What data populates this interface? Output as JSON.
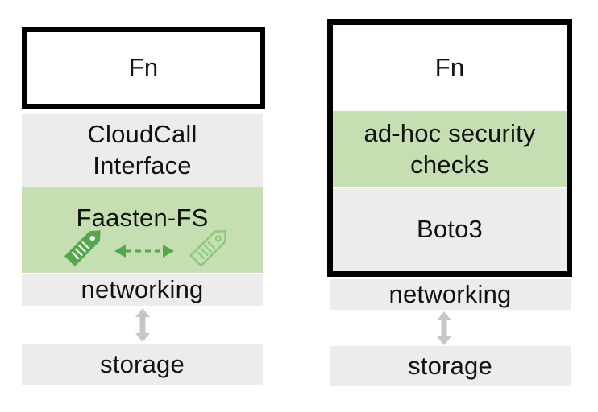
{
  "left_stack": {
    "fn_label": "Fn",
    "cloudcall_label_line1": "CloudCall",
    "cloudcall_label_line2": "Interface",
    "faasten_label": "Faasten-FS",
    "networking_label": "networking",
    "storage_label": "storage"
  },
  "right_stack": {
    "fn_label": "Fn",
    "security_label_line1": "ad-hoc security",
    "security_label_line2": "checks",
    "boto_label": "Boto3",
    "networking_label": "networking",
    "storage_label": "storage"
  },
  "colors": {
    "green_fill": "#c5dfb2",
    "gray_fill": "#ececec",
    "tag_dark": "#52a84a",
    "tag_light": "#8cc97c",
    "arrow_gray": "#c6c6c6",
    "border": "#000000"
  },
  "icons": {
    "left_tag": "price-tag-icon-filled",
    "right_tag": "price-tag-icon-outline",
    "tag_arrow": "double-arrow-dashed-icon",
    "storage_arrow": "vertical-double-arrow-icon"
  }
}
